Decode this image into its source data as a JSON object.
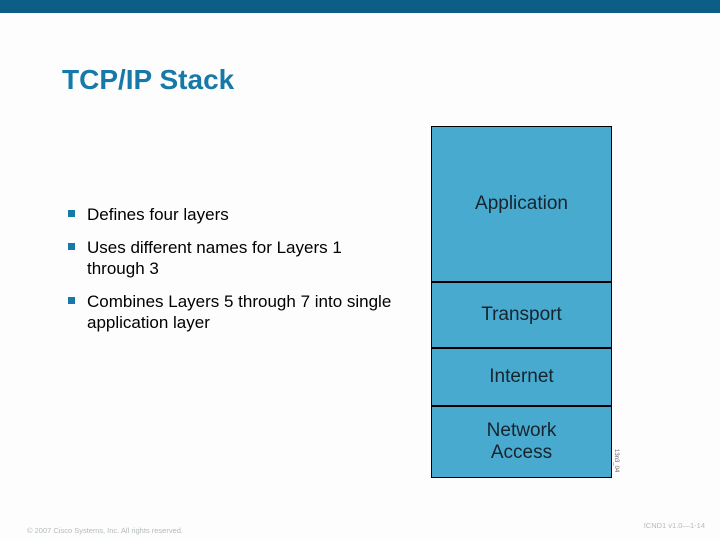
{
  "slide": {
    "title": "TCP/IP Stack",
    "bullets": [
      "Defines four layers",
      "Uses different names for Layers 1 through 3",
      "Combines Layers 5 through 7 into single application layer"
    ],
    "footer_left": "© 2007 Cisco Systems, Inc. All rights reserved.",
    "footer_right": "ICND1 v1.0—1-14"
  },
  "diagram": {
    "type": "stack-diagram",
    "layers": [
      {
        "label": "Application"
      },
      {
        "label": "Transport"
      },
      {
        "label": "Internet"
      },
      {
        "label": "Network\nAccess"
      }
    ],
    "watermark": "13n3_04"
  },
  "colors": {
    "top_bar": "#0d5e86",
    "title": "#1779a8",
    "bullet_marker": "#1779a8",
    "bullet_text": "#000000",
    "diagram_fill": "#49aacf",
    "diagram_border": "#000000",
    "diagram_text": "#16242e",
    "footer_text": "#b3babb"
  }
}
